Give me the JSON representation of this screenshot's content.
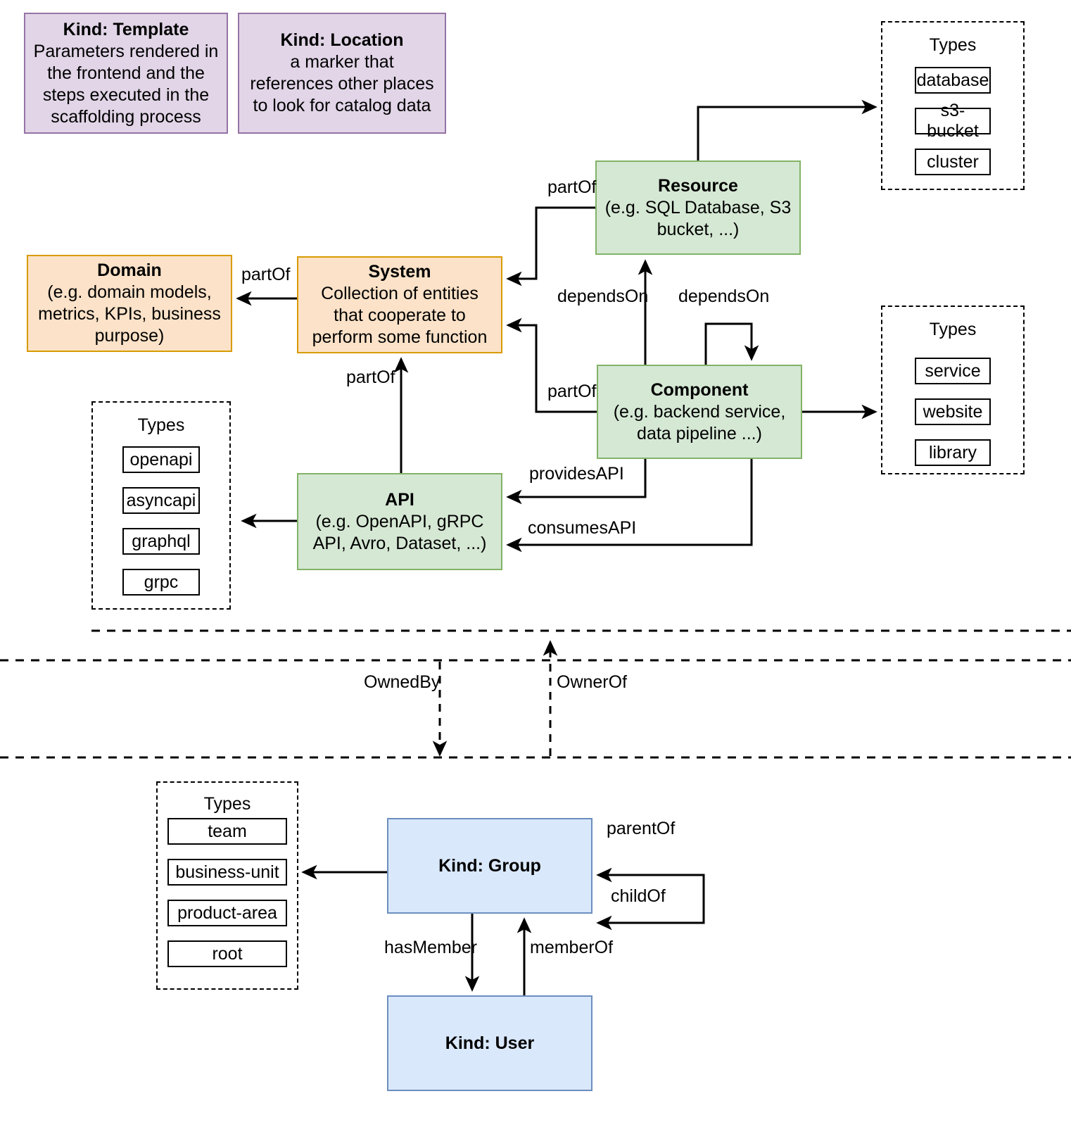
{
  "diagram": {
    "title_absent": true,
    "nodes": {
      "template": {
        "kind": "Kind: Template",
        "desc": "Parameters rendered in the frontend and the steps executed in  the scaffolding process",
        "color": "#e1d5e7"
      },
      "location": {
        "kind": "Kind: Location",
        "desc": "a marker that references other places to look for catalog data",
        "color": "#e1d5e7"
      },
      "domain": {
        "title": "Domain",
        "desc": "(e.g.  domain models, metrics, KPIs, business purpose)",
        "color": "#fbe2c8"
      },
      "system": {
        "title": "System",
        "desc": "Collection of entities that cooperate to perform some function",
        "color": "#fbe2c8"
      },
      "resource": {
        "title": "Resource",
        "desc": "(e.g. SQL Database, S3 bucket, ...)",
        "color": "#d5e8d4"
      },
      "component": {
        "title": "Component",
        "desc": "(e.g. backend service, data pipeline ...)",
        "color": "#d5e8d4"
      },
      "api": {
        "title": "API",
        "desc": "(e.g. OpenAPI, gRPC API, Avro, Dataset, ...)",
        "color": "#d5e8d4"
      },
      "group": {
        "title": "Kind: Group",
        "color": "#dae8fc"
      },
      "user": {
        "title": "Kind: User",
        "color": "#dae8fc"
      }
    },
    "types_groups": {
      "resource_types": {
        "label": "Types",
        "items": [
          "database",
          "s3-bucket",
          "cluster"
        ]
      },
      "component_types": {
        "label": "Types",
        "items": [
          "service",
          "website",
          "library"
        ]
      },
      "api_types": {
        "label": "Types",
        "items": [
          "openapi",
          "asyncapi",
          "graphql",
          "grpc"
        ]
      },
      "group_types": {
        "label": "Types",
        "items": [
          "team",
          "business-unit",
          "product-area",
          "root"
        ]
      }
    },
    "edge_labels": {
      "system_to_domain": "partOf",
      "resource_to_system": "partOf",
      "component_to_system": "partOf",
      "api_to_system": "partOf",
      "component_to_resource": "dependsOn",
      "component_to_component": "dependsOn",
      "component_provides_api": "providesAPI",
      "component_consumes_api": "consumesAPI",
      "owned_by": "OwnedBy",
      "owner_of": "OwnerOf",
      "group_parent_of": "parentOf",
      "group_child_of": "childOf",
      "group_has_member": "hasMember",
      "user_member_of": "memberOf"
    }
  }
}
